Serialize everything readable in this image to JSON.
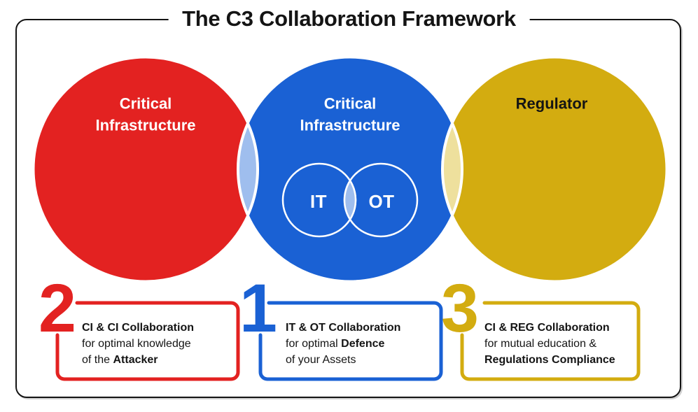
{
  "title": "The C3 Collaboration Framework",
  "colors": {
    "red": "#e32221",
    "blue": "#1a61d4",
    "gold": "#d3ac10",
    "light_blue": "#9fbeee",
    "pale_yellow": "#eee09d",
    "ink": "#141414",
    "white": "#ffffff"
  },
  "circles": [
    {
      "label_line1": "Critical",
      "label_line2": "Infrastructure"
    },
    {
      "label_line1": "Critical",
      "label_line2": "Infrastructure"
    },
    {
      "label": "Regulator"
    }
  ],
  "inner_circles": [
    {
      "label": "IT"
    },
    {
      "label": "OT"
    }
  ],
  "boxes": [
    {
      "number": "2",
      "lines": [
        {
          "normal": "",
          "bold": "CI & CI Collaboration"
        },
        {
          "normal": "for optimal knowledge",
          "bold": ""
        },
        {
          "normal": "of the ",
          "bold": "Attacker"
        }
      ]
    },
    {
      "number": "1",
      "lines": [
        {
          "normal": "",
          "bold": "IT & OT Collaboration"
        },
        {
          "normal": "for optimal ",
          "bold": "Defence"
        },
        {
          "normal": "of your Assets",
          "bold": ""
        }
      ]
    },
    {
      "number": "3",
      "lines": [
        {
          "normal": "",
          "bold": "CI & REG Collaboration"
        },
        {
          "normal": "for mutual education &",
          "bold": ""
        },
        {
          "normal": "",
          "bold": "Regulations Compliance"
        }
      ]
    }
  ]
}
